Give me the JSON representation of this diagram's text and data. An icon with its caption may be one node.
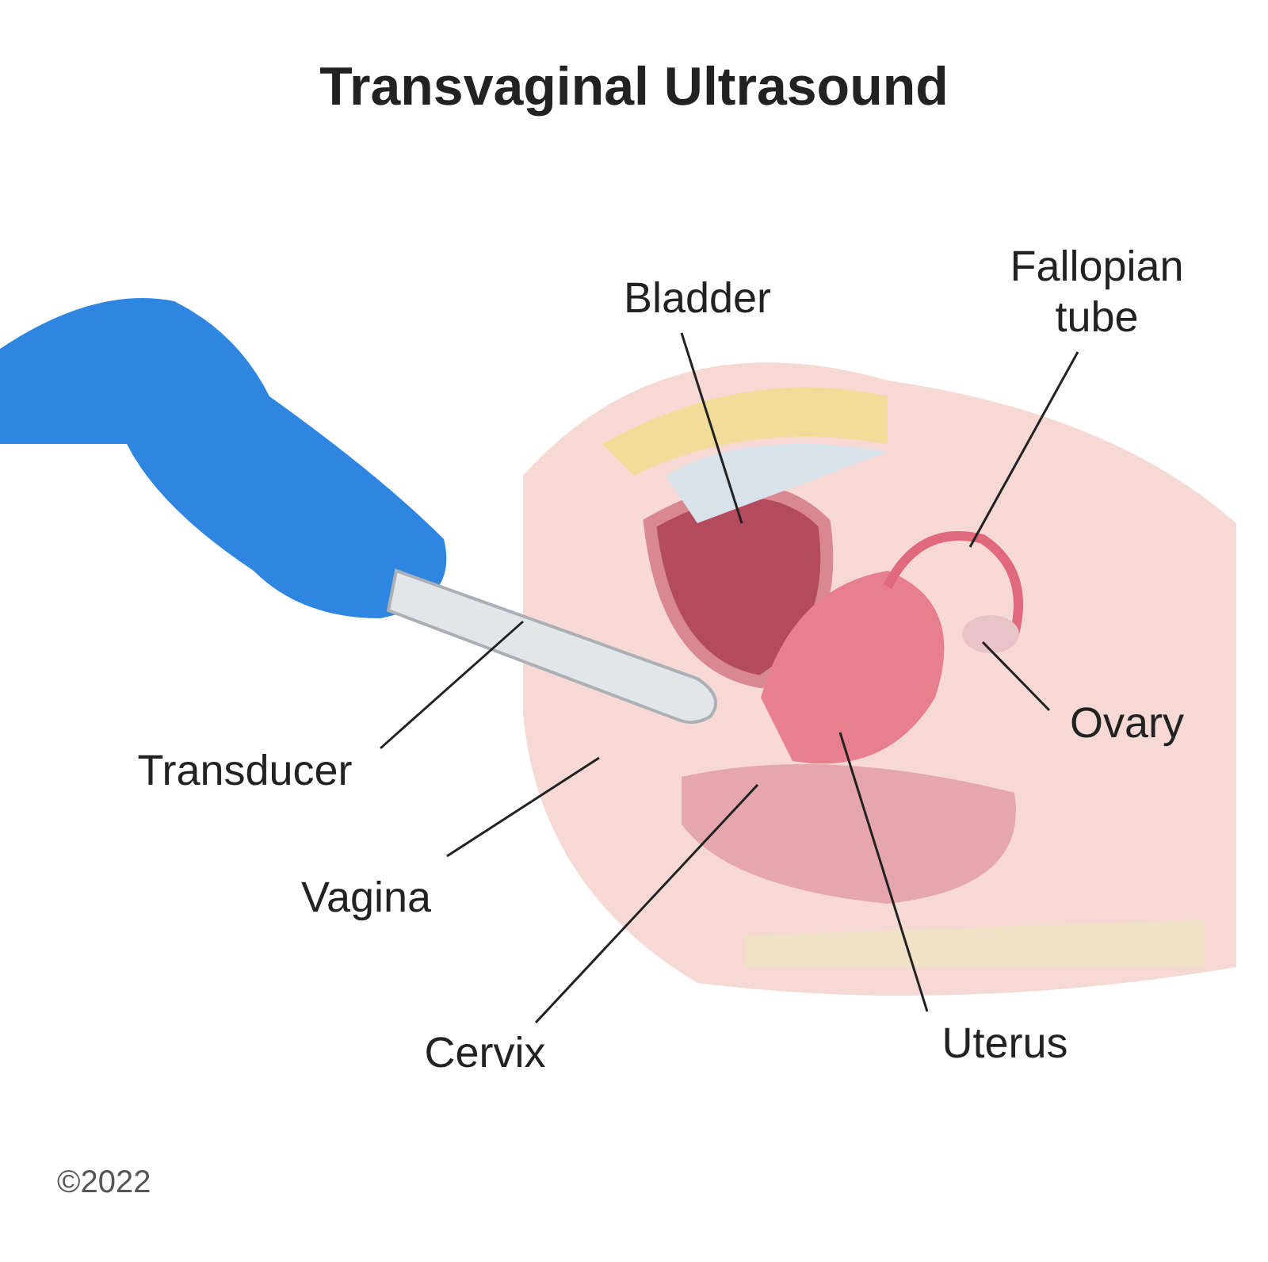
{
  "diagram": {
    "title": "Transvaginal Ultrasound",
    "nodes": [
      {
        "text": [
          "Bladder"
        ]
      },
      {
        "text": [
          "Fallopian tube"
        ]
      },
      {
        "text": [
          "Transducer"
        ]
      },
      {
        "text": [
          "Ovary"
        ]
      },
      {
        "text": [
          "Vagina"
        ]
      },
      {
        "text": [
          "Cervix"
        ]
      },
      {
        "text": [
          "Uterus"
        ]
      }
    ],
    "edges": [
      {
        "from": 0,
        "to": null,
        "arrow": "none"
      },
      {
        "from": 1,
        "to": null,
        "arrow": "none"
      },
      {
        "from": 2,
        "to": null,
        "arrow": "none"
      },
      {
        "from": 3,
        "to": null,
        "arrow": "none"
      },
      {
        "from": 4,
        "to": null,
        "arrow": "none"
      },
      {
        "from": 5,
        "to": null,
        "arrow": "none"
      },
      {
        "from": 6,
        "to": null,
        "arrow": "none"
      }
    ],
    "labels": [
      "©2022"
    ]
  }
}
